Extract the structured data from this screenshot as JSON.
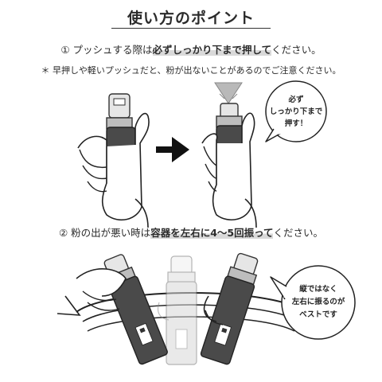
{
  "title": "使い方のポイント",
  "step1": {
    "pre": "① プッシュする際は",
    "highlight": "必ずしっかり下まで押して",
    "post": "ください。"
  },
  "note": "＊ 早押しや軽いプッシュだと、粉が出ないことがあるのでご注意ください。",
  "bubble1": [
    "必ず",
    "しっかり下まで",
    "押す！"
  ],
  "step2": {
    "pre": "② 粉の出が悪い時は",
    "highlight": "容器を左右に4〜5回振って",
    "post": "ください。"
  },
  "bubble2": [
    "縦ではなく",
    "左右に振るのが",
    "ベストです"
  ],
  "colors": {
    "bottle_dark": "#4a4a4a",
    "bottle_light": "#d8d8d8",
    "ink": "#2b2b2b",
    "highlight": "#d9d9d9"
  }
}
